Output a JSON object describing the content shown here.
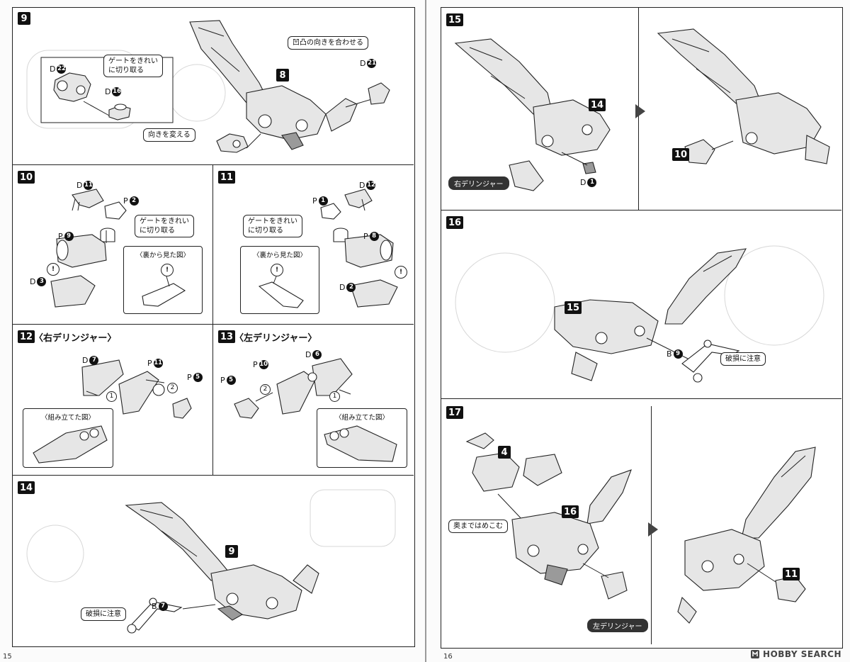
{
  "left_page": {
    "page_number": "15",
    "step9": {
      "number": "9",
      "callout_gate": "ゲートをきれい\nに切り取る",
      "callout_align": "凹凸の向きを合わせる",
      "callout_direction": "向きを変える",
      "body_ref": "8",
      "part_d22": {
        "letter": "D",
        "num": "22"
      },
      "part_d16": {
        "letter": "D",
        "num": "16"
      },
      "part_d21": {
        "letter": "D",
        "num": "21"
      }
    },
    "step10": {
      "number": "10",
      "callout_gate": "ゲートをきれい\nに切り取る",
      "back_view": "〈裏から見た図〉",
      "part_d11": {
        "letter": "D",
        "num": "11"
      },
      "part_p2": {
        "letter": "P",
        "num": "2"
      },
      "part_p9": {
        "letter": "P",
        "num": "9"
      },
      "part_d3": {
        "letter": "D",
        "num": "3"
      }
    },
    "step11": {
      "number": "11",
      "callout_gate": "ゲートをきれい\nに切り取る",
      "back_view": "〈裏から見た図〉",
      "part_p1": {
        "letter": "P",
        "num": "1"
      },
      "part_d12": {
        "letter": "D",
        "num": "12"
      },
      "part_p8": {
        "letter": "P",
        "num": "8"
      },
      "part_d2": {
        "letter": "D",
        "num": "2"
      }
    },
    "step12": {
      "number": "12",
      "title": "〈右デリンジャー〉",
      "assembled_view": "〈組み立てた図〉",
      "part_d7": {
        "letter": "D",
        "num": "7"
      },
      "part_p11": {
        "letter": "P",
        "num": "11"
      },
      "part_p5": {
        "letter": "P",
        "num": "5"
      },
      "order1": "1",
      "order2": "2"
    },
    "step13": {
      "number": "13",
      "title": "〈左デリンジャー〉",
      "assembled_view": "〈組み立てた図〉",
      "part_d6": {
        "letter": "D",
        "num": "6"
      },
      "part_p10": {
        "letter": "P",
        "num": "10"
      },
      "part_p5": {
        "letter": "P",
        "num": "5"
      },
      "order1": "1",
      "order2": "2"
    },
    "step14": {
      "number": "14",
      "body_ref": "9",
      "callout_caution": "破損に注意",
      "part_b7": {
        "letter": "B",
        "num": "7"
      }
    }
  },
  "right_page": {
    "page_number": "16",
    "step15": {
      "number": "15",
      "body_ref": "14",
      "sub_ref": "10",
      "tag_right_derringer": "右デリンジャー",
      "part_d1": {
        "letter": "D",
        "num": "1"
      }
    },
    "step16": {
      "number": "16",
      "body_ref": "15",
      "callout_caution": "破損に注意",
      "part_b9": {
        "letter": "B",
        "num": "9"
      }
    },
    "step17": {
      "number": "17",
      "armor_ref": "4",
      "body_ref": "16",
      "sub_ref": "11",
      "callout_press": "奥まではめこむ",
      "tag_left_derringer": "左デリンジャー"
    },
    "logo": "HOBBY SEARCH"
  },
  "colors": {
    "ink": "#111111",
    "tag_bg": "#333333",
    "arrow": "#444444",
    "paper": "#fbfbfb"
  },
  "icons": [
    "caution-icon",
    "step-arrow-icon",
    "hobby-search-logo-icon"
  ]
}
